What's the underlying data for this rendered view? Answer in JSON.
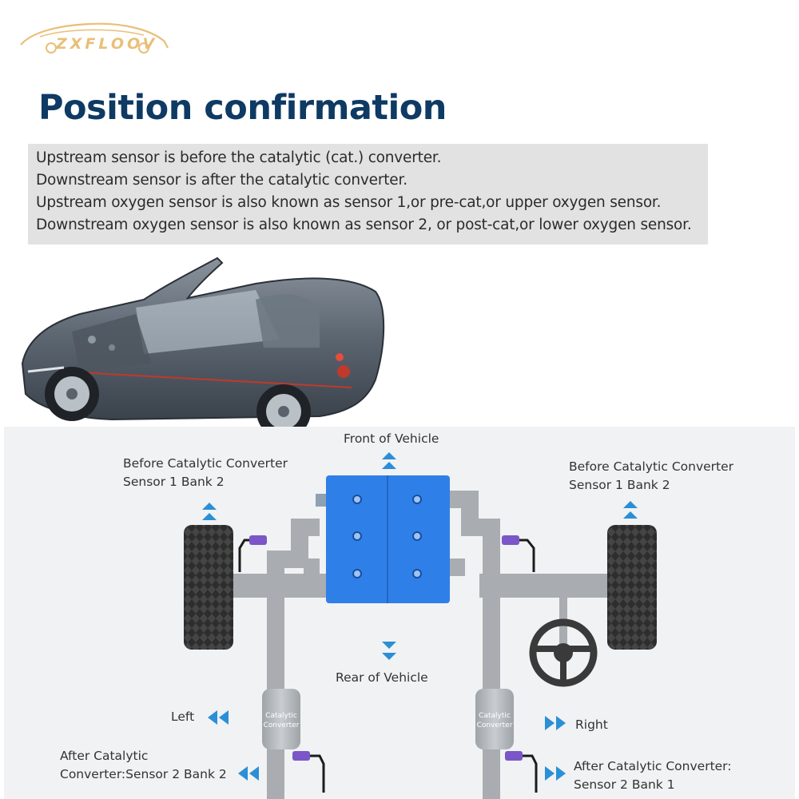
{
  "brand": {
    "name": "ZXFLOOV",
    "colors": {
      "gold": "#e9bf78"
    }
  },
  "title": "Position confirmation",
  "info": {
    "lines": [
      "Upstream sensor is before the catalytic (cat.) converter.",
      "Downstream sensor is after the catalytic converter.",
      "Upstream oxygen sensor is also known as sensor 1,or pre-cat,or upper oxygen sensor.",
      "Downstream oxygen sensor is also known as sensor 2, or post-cat,or lower oxygen sensor."
    ]
  },
  "diagram": {
    "front": "Front of Vehicle",
    "rear": "Rear of Vehicle",
    "left": "Left",
    "right": "Right",
    "before_left": {
      "line1": "Before Catalytic Converter",
      "line2": "Sensor 1 Bank 2"
    },
    "before_right": {
      "line1": "Before Catalytic Converter",
      "line2": "Sensor 1 Bank 2"
    },
    "after_left": {
      "line1": "After Catalytic",
      "line2": "Converter:Sensor 2 Bank 2"
    },
    "after_right": {
      "line1": "After Catalytic Converter:",
      "line2": "Sensor 2 Bank 1"
    },
    "cat_left": {
      "line1": "Catalytic",
      "line2": "Converter"
    },
    "cat_right": {
      "line1": "Catalytic",
      "line2": "Converter"
    },
    "colors": {
      "engine": "#2f7fe8",
      "arrow": "#2b8fd6",
      "pipe": "#a9adb1",
      "tire": "#2d2d2d",
      "background": "#f1f2f3"
    }
  }
}
